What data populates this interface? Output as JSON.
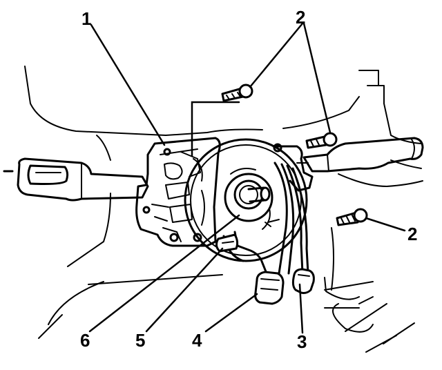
{
  "callouts": {
    "c1": "1",
    "c2_top": "2",
    "c2_right": "2",
    "c3": "3",
    "c4": "4",
    "c5": "5",
    "c6": "6"
  },
  "colors": {
    "ink": "#000000",
    "paper": "#ffffff"
  }
}
